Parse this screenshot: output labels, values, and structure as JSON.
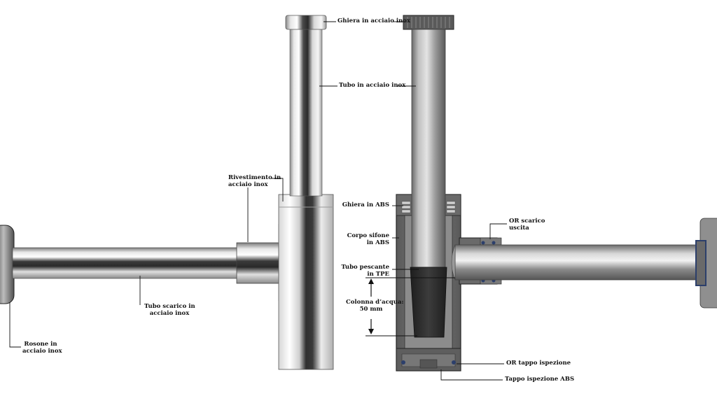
{
  "labels": {
    "ghiera_inox": "Ghiera in acciaio inox",
    "tubo_inox": "Tubo in acciaio inox",
    "rivestimento_1": "Rivestimento in",
    "rivestimento_2": "acciaio inox",
    "tubo_scarico_1": "Tubo scarico in",
    "tubo_scarico_2": "acciaio inox",
    "rosone_1": "Rosone in",
    "rosone_2": "acciaio inox",
    "ghiera_abs": "Ghiera in ABS",
    "corpo_1": "Corpo sifone",
    "corpo_2": "in ABS",
    "pescante_1": "Tubo pescante",
    "pescante_2": "in TPE",
    "colonna_1": "Colonna d’acqua:",
    "colonna_2": "50 mm",
    "or_scarico_1": "OR scarico",
    "or_scarico_2": "uscita",
    "or_tappo": "OR tappo ispezione",
    "tappo_abs": "Tappo ispezione ABS"
  },
  "colors": {
    "steel_dark": "#3a3a3a",
    "steel_light": "#f4f4f4",
    "abs_body": "#6d6d6d",
    "tpe_tube": "#2e2e2e",
    "or_ring": "#2c3f6b"
  }
}
